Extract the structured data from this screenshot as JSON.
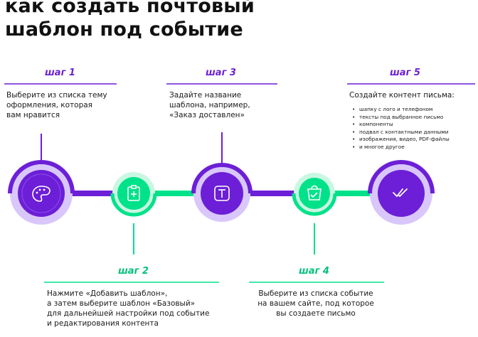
{
  "title": {
    "line1": "как создать почтовый",
    "line2": "шаблон под событие"
  },
  "steps": [
    {
      "label": "шаг 1",
      "lines": [
        "Выберите из списка тему",
        "оформления, которая",
        "вам нравится"
      ],
      "icon": "palette-icon",
      "color": "#6c1fd6"
    },
    {
      "label": "шаг 2",
      "lines": [
        "Нажмите «Добавить шаблон»,",
        "а затем выберите шаблон «Базовый»",
        "для дальнейшей настройки под событие",
        "и редактирования контента"
      ],
      "icon": "add-template-icon",
      "color": "#00e28a"
    },
    {
      "label": "шаг 3",
      "lines": [
        "Задайте название",
        "шаблона, например,",
        "«Заказ доставлен»"
      ],
      "icon": "text-icon",
      "color": "#6c1fd6"
    },
    {
      "label": "шаг 4",
      "lines": [
        "Выберите из списка событие",
        "на вашем сайте, под которое",
        "вы создаете письмо"
      ],
      "icon": "shopping-bag-check-icon",
      "color": "#00e28a"
    },
    {
      "label": "шаг 5",
      "lines": [
        "Создайте контент письма:"
      ],
      "bullets": [
        "шапку с лого и телефоном",
        "тексты под выбранное письмо",
        "компоненты",
        "подвал с контактными данными",
        "изображения, видео, PDF-файлы",
        "и многое другое"
      ],
      "icon": "double-check-icon",
      "color": "#6c1fd6"
    }
  ],
  "colors": {
    "purple": "#6c1fd6",
    "purple_light": "#d9c7fb",
    "green": "#00e28a",
    "green_light": "#c9f7e2",
    "text": "#1a1a1a"
  }
}
